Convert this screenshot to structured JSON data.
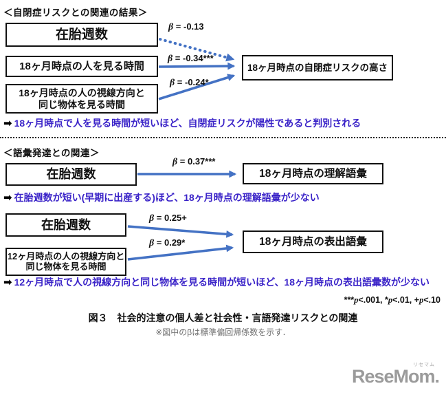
{
  "colors": {
    "arrow_blue": "#4472C4",
    "conclusion_text": "#3a23c8",
    "box_border": "#111111",
    "note_gray": "#6f6f6f",
    "logo_gray": "#9b9b9b"
  },
  "autism_section": {
    "title": "＜自閉症リスクとの関連の結果＞",
    "boxes": {
      "gestational_weeks": "在胎週数",
      "looking_at_people": "18ヶ月時点の人を見る時間",
      "gaze_following_line1": "18ヶ月時点の人の視線方向と",
      "gaze_following_line2": "同じ物体を見る時間",
      "outcome": "18ヶ月時点の自閉症リスクの高さ"
    },
    "betas": {
      "gestation": {
        "sym": "β",
        "val": " = -0.13"
      },
      "looking": {
        "sym": "β",
        "val": " = -0.34***"
      },
      "gaze": {
        "sym": "β",
        "val": " = -0.24*"
      }
    },
    "conclusion_bullet": "➡",
    "conclusion": "18ヶ月時点で人を見る時間が短いほど、自閉症リスクが陽性であると判別される"
  },
  "vocab_section": {
    "title": "＜語彙発達との関連＞",
    "comprehension": {
      "box_gestational_weeks": "在胎週数",
      "box_outcome": "18ヶ月時点の理解語彙",
      "beta": {
        "sym": "β",
        "val": " = 0.37***"
      },
      "conclusion_bullet": "➡",
      "conclusion": "在胎週数が短い(早期に出産する)ほど、18ヶ月時点の理解語彙が少ない"
    },
    "expression": {
      "box_gestational_weeks": "在胎週数",
      "box_gaze_following_line1": "12ヶ月時点の人の視線方向と",
      "box_gaze_following_line2": "同じ物体を見る時間",
      "box_outcome": "18ヶ月時点の表出語彙",
      "beta_gestation": {
        "sym": "β",
        "val": " = 0.25+"
      },
      "beta_gaze": {
        "sym": "β",
        "val": " = 0.29*"
      },
      "conclusion_bullet": "➡",
      "conclusion": "12ヶ月時点で人の視線方向と同じ物体を見る時間が短いほど、18ヶ月時点の表出語彙数が少ない"
    }
  },
  "footnote": {
    "parts": [
      "***",
      "p",
      "<.001, *",
      "p",
      "<.01, +",
      "p",
      "<.10"
    ]
  },
  "caption": "図３　社会的注意の個人差と社会性・言語発達リスクとの関連",
  "subnote": "※図中のβは標準偏回帰係数を示す．",
  "logo": {
    "text": "ReseMom.",
    "ruby": "リセマム"
  }
}
